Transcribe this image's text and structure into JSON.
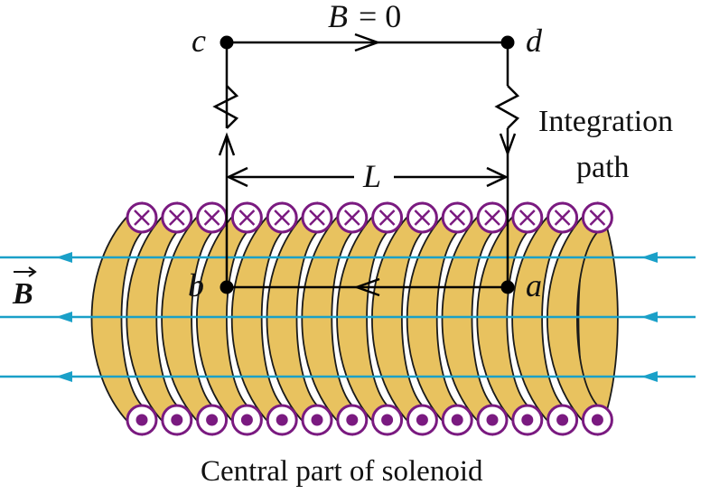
{
  "labels": {
    "corner_c": "c",
    "corner_d": "d",
    "corner_a": "a",
    "corner_b": "b",
    "top_field": "B = 0",
    "top_field_symbol": "B",
    "top_field_equals": "= 0",
    "length": "L",
    "integration_line1": "Integration",
    "integration_line2": "path",
    "b_vector": "B",
    "caption": "Central part of solenoid"
  },
  "colors": {
    "coil_fill": "#e8c25f",
    "coil_stroke": "#1a1a1a",
    "wire_ring": "#7a1a80",
    "field_line": "#1aa0c8",
    "path": "#000000"
  },
  "symbols": {
    "top_row": "into-page-cross",
    "bottom_row": "out-of-page-dot"
  },
  "coil_turns": 14
}
